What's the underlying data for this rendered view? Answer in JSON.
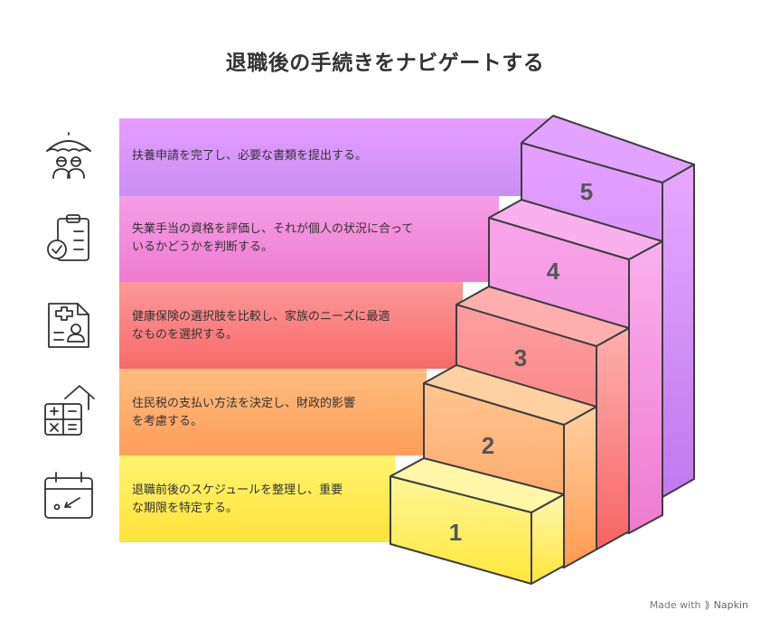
{
  "title": "退職後の手続きをナビゲートする",
  "steps": [
    {
      "number": "5",
      "line1": "扶養申請を完了し、必要な書類を提出する。",
      "line2": "",
      "icon": "family-umbrella-icon"
    },
    {
      "number": "4",
      "line1": "失業手当の資格を評価し、それが個人の状況に合って",
      "line2": "いるかどうかを判断する。",
      "icon": "checklist-icon"
    },
    {
      "number": "3",
      "line1": "健康保険の選択肢を比較し、家族のニーズに最適",
      "line2": "なものを選択する。",
      "icon": "health-insurance-icon"
    },
    {
      "number": "2",
      "line1": "住民税の支払い方法を決定し、財政的影響",
      "line2": "を考慮する。",
      "icon": "tax-calculator-house-icon"
    },
    {
      "number": "1",
      "line1": "退職前後のスケジュールを整理し、重要",
      "line2": "な期限を特定する。",
      "icon": "calendar-icon"
    }
  ],
  "colors": {
    "step5": "#d88ef8",
    "step4": "#f48fd8",
    "step3": "#fb7a7a",
    "step2": "#ffad6b",
    "step1": "#fff05a"
  },
  "footer": {
    "made_with": "Made with",
    "brand": "Napkin"
  }
}
